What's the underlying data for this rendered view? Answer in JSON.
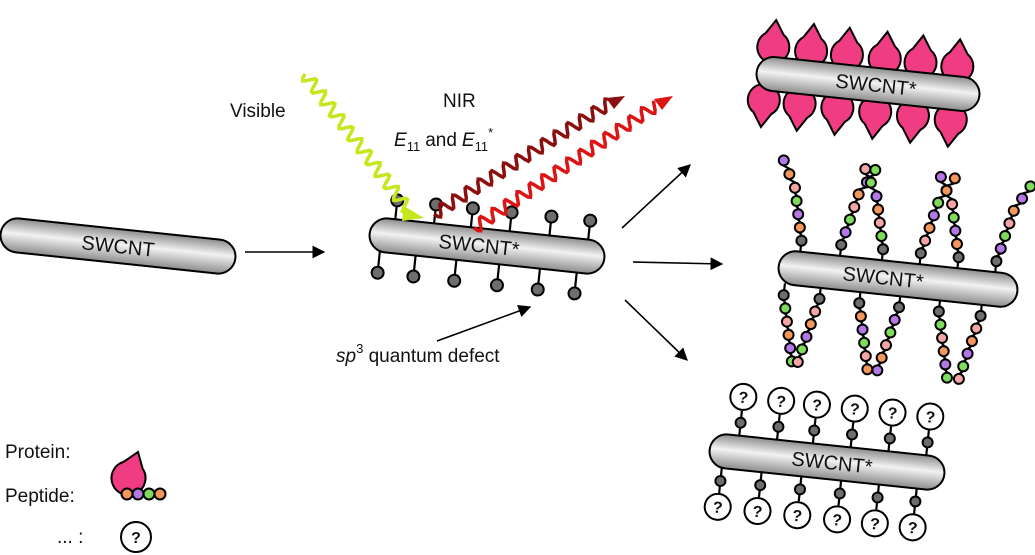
{
  "tube": {
    "pristine_label": "SWCNT",
    "defect_label": "SWCNT*"
  },
  "emission": {
    "visible_label": "Visible",
    "nir_label": "NIR",
    "e11_symbol": "E",
    "e11_subscript": "11",
    "and_word": "and",
    "e11_star_symbol": "E",
    "e11_star_subscript": "11",
    "e11_star_superscript": "*"
  },
  "defect_callout": {
    "sp_text": "sp",
    "sp_superscript": "3",
    "rest_text": " quantum defect"
  },
  "legend": {
    "protein_label": "Protein:",
    "peptide_label": "Peptide:",
    "other_label": "... :",
    "question_mark": "?"
  },
  "colors": {
    "visible_wave": "#c8e61e",
    "nir_wave_dark": "#8b0f0f",
    "nir_wave_red": "#dd1414",
    "protein": "#f03c82",
    "defect_ball": "#6e6e6e",
    "peptide_orange": "#f5965a",
    "peptide_purple": "#b478e6",
    "peptide_green": "#7ddc5a",
    "peptide_pink": "#f5a5a5"
  }
}
